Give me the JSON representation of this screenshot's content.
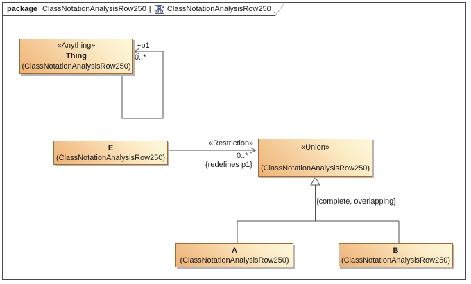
{
  "tab": {
    "kind": "package",
    "package_name": "ClassNotationAnalysisRow250",
    "bracket_open": "[",
    "diagram_name": "ClassNotationAnalysisRow250",
    "bracket_close": "]"
  },
  "nodes": {
    "thing": {
      "stereotype": "«Anything»",
      "name": "Thing",
      "owner": "(ClassNotationAnalysisRow250)"
    },
    "e": {
      "name": "E",
      "owner": "(ClassNotationAnalysisRow250)"
    },
    "union": {
      "stereotype": "«Union»",
      "owner": "(ClassNotationAnalysisRow250)"
    },
    "a": {
      "name": "A",
      "owner": "(ClassNotationAnalysisRow250)"
    },
    "b": {
      "name": "B",
      "owner": "(ClassNotationAnalysisRow250)"
    }
  },
  "edges": {
    "self_association": {
      "role": "+p1",
      "multiplicity": "0..*"
    },
    "restriction": {
      "stereotype": "«Restriction»",
      "multiplicity": "0..*",
      "constraint": "{redefines p1}"
    },
    "generalization": {
      "constraint": "{complete, overlapping}"
    }
  },
  "colors": {
    "node_fill_light": "#fef7dd",
    "node_fill_dark": "#efb377",
    "node_border": "#a5692a",
    "edge_line": "#4f4f4f",
    "frame_border": "#4a4a4a",
    "shadow": "#b5b5b5"
  }
}
